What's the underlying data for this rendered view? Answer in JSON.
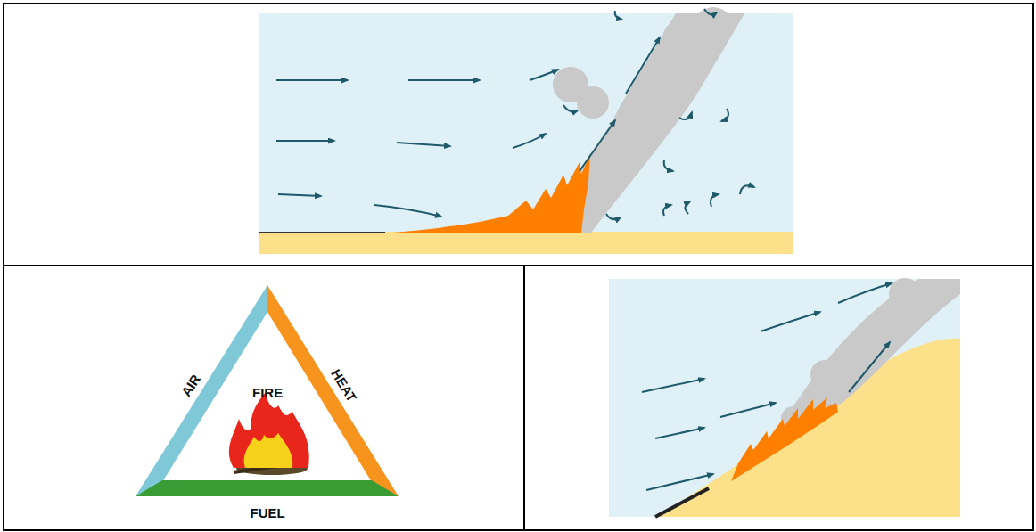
{
  "diagram": {
    "labels": [
      "AIR",
      "FIRE",
      "HEAT",
      "FUEL"
    ]
  }
}
